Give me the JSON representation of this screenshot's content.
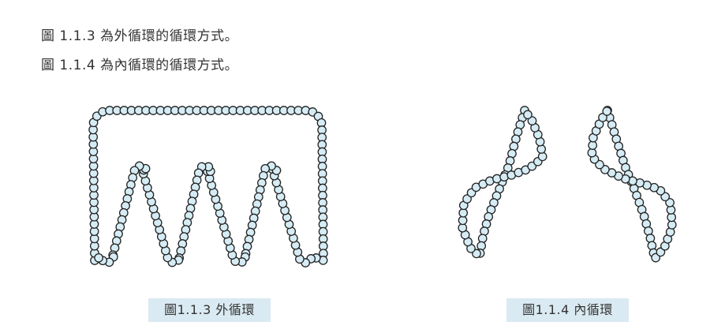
{
  "text": {
    "line1": "圖 1.1.3 為外循環的循環方式。",
    "line2": "圖 1.1.4 為內循環的循環方式。"
  },
  "captions": {
    "fig1": "圖1.1.3  外循環",
    "fig2": "圖1.1.4  內循環"
  },
  "colors": {
    "bead_fill": "#d6ecf5",
    "bead_stroke": "#222222",
    "caption_bg": "#daeaf2"
  }
}
